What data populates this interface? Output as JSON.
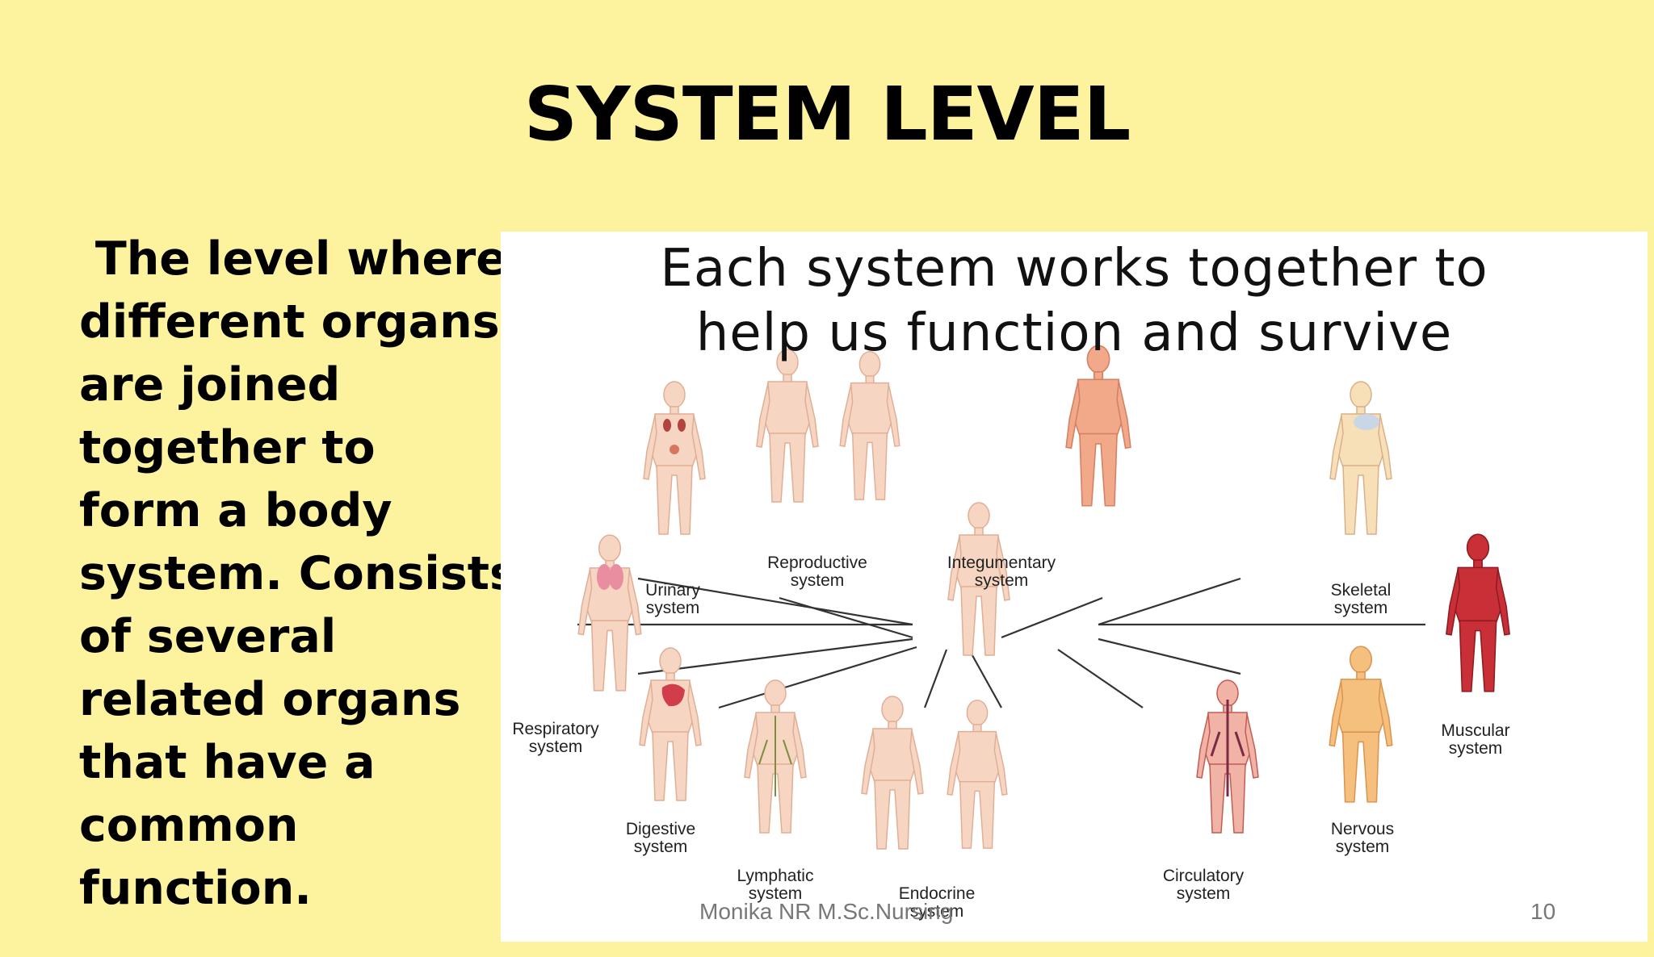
{
  "slide": {
    "title": "SYSTEM LEVEL",
    "body_lines": [
      " The level where",
      "different organs",
      "are joined",
      "together to",
      "form a body",
      "system. Consists",
      "of several",
      "related organs",
      "that have a",
      "common",
      "function."
    ]
  },
  "figure": {
    "heading_line1": "Each system works together to",
    "heading_line2": "help us function and survive",
    "systems": [
      {
        "name": "Urinary",
        "suffix": "system"
      },
      {
        "name": "Reproductive",
        "suffix": "system"
      },
      {
        "name": "Integumentary",
        "suffix": "system"
      },
      {
        "name": "Skeletal",
        "suffix": "system"
      },
      {
        "name": "Respiratory",
        "suffix": "system"
      },
      {
        "name": "Muscular",
        "suffix": "system"
      },
      {
        "name": "Digestive",
        "suffix": "system"
      },
      {
        "name": "Nervous",
        "suffix": "system"
      },
      {
        "name": "Lymphatic",
        "suffix": "system"
      },
      {
        "name": "Circulatory",
        "suffix": "system"
      },
      {
        "name": "Endocrine",
        "suffix": "system"
      }
    ]
  },
  "footer": {
    "author": "Monika NR M.Sc.Nursing",
    "page_number": "10"
  },
  "colors": {
    "slide_background": "#fdf39f",
    "figure_background": "#ffffff",
    "skin": "#f6d6c2",
    "muscle": "#c92f36"
  }
}
